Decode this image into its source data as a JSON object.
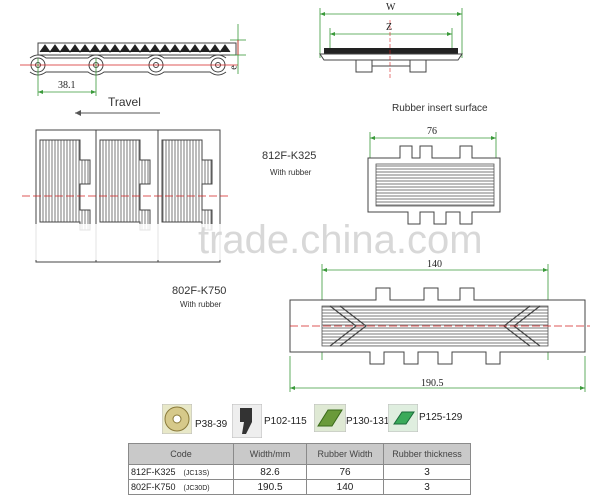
{
  "labels": {
    "travel": "Travel",
    "rubber_insert_surface": "Rubber insert surface",
    "model_a": "812F-K325",
    "model_a_sub": "With rubber",
    "model_b": "802F-K750",
    "model_b_sub": "With rubber",
    "watermark": "trade.china.com"
  },
  "dimensions": {
    "pitch": "38.1",
    "w": "W",
    "z": "Z",
    "e": "e",
    "width_76": "76",
    "width_140": "140",
    "width_1905": "190.5"
  },
  "parts": [
    {
      "icon": "sprocket-icon",
      "label": "P38-39"
    },
    {
      "icon": "wear-strip-icon",
      "label": "P102-115"
    },
    {
      "icon": "guide-rail-icon",
      "label": "P130-131"
    },
    {
      "icon": "return-shoe-icon",
      "label": "P125-129"
    }
  ],
  "table": {
    "headers": [
      "Code",
      "Width/mm",
      "Rubber Width",
      "Rubber thickness"
    ],
    "rows": [
      {
        "code": "812F-K325",
        "sub": "(JC13S)",
        "width": "82.6",
        "rubber_width": "76",
        "thickness": "3"
      },
      {
        "code": "802F-K750",
        "sub": "(JC30D)",
        "width": "190.5",
        "rubber_width": "140",
        "thickness": "3"
      }
    ]
  },
  "colors": {
    "red_line": "#d42020",
    "green_line": "#3a9a3a",
    "grey_outline": "#555555"
  }
}
